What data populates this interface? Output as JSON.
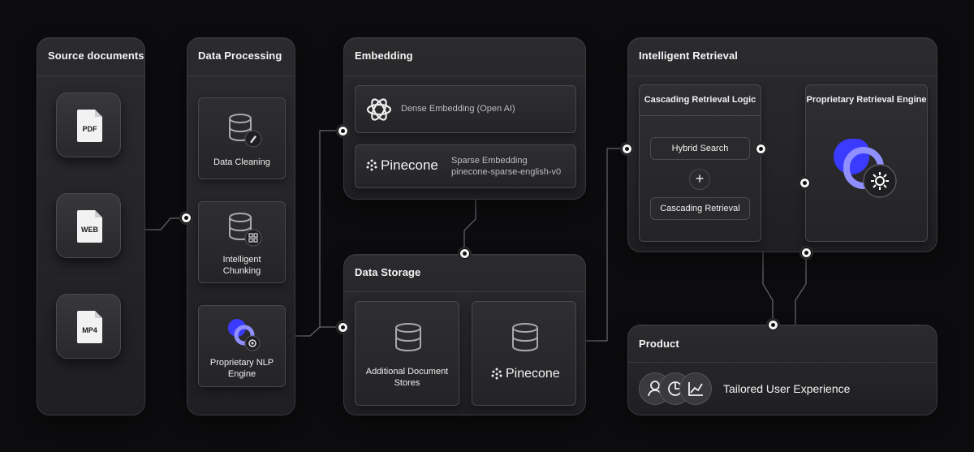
{
  "source_documents": {
    "title": "Source documents",
    "files": [
      "PDF",
      "WEB",
      "MP4"
    ]
  },
  "data_processing": {
    "title": "Data Processing",
    "items": [
      "Data Cleaning",
      "Intelligent Chunking",
      "Proprietary NLP Engine"
    ]
  },
  "embedding": {
    "title": "Embedding",
    "dense_label": "Dense Embedding (Open AI)",
    "pinecone_logo": "Pinecone",
    "sparse_line1": "Sparse Embedding",
    "sparse_line2": "pinecone-sparse-english-v0"
  },
  "data_storage": {
    "title": "Data Storage",
    "additional_stores": "Additional Document Stores",
    "pinecone_logo": "Pinecone"
  },
  "intelligent_retrieval": {
    "title": "Intelligent Retrieval",
    "cascading_logic_title": "Cascading Retrieval Logic",
    "hybrid_search": "Hybrid Search",
    "plus": "+",
    "cascading_retrieval": "Cascading Retrieval",
    "engine_title": "Proprietary Retrieval Engine"
  },
  "product": {
    "title": "Product",
    "experience": "Tailored User Experience"
  },
  "colors": {
    "background": "#0c0c0e",
    "panel": "#242427",
    "accent_blue": "#3b3bff",
    "accent_lavender": "#8f8fff",
    "connector": "#6a6a6e"
  }
}
